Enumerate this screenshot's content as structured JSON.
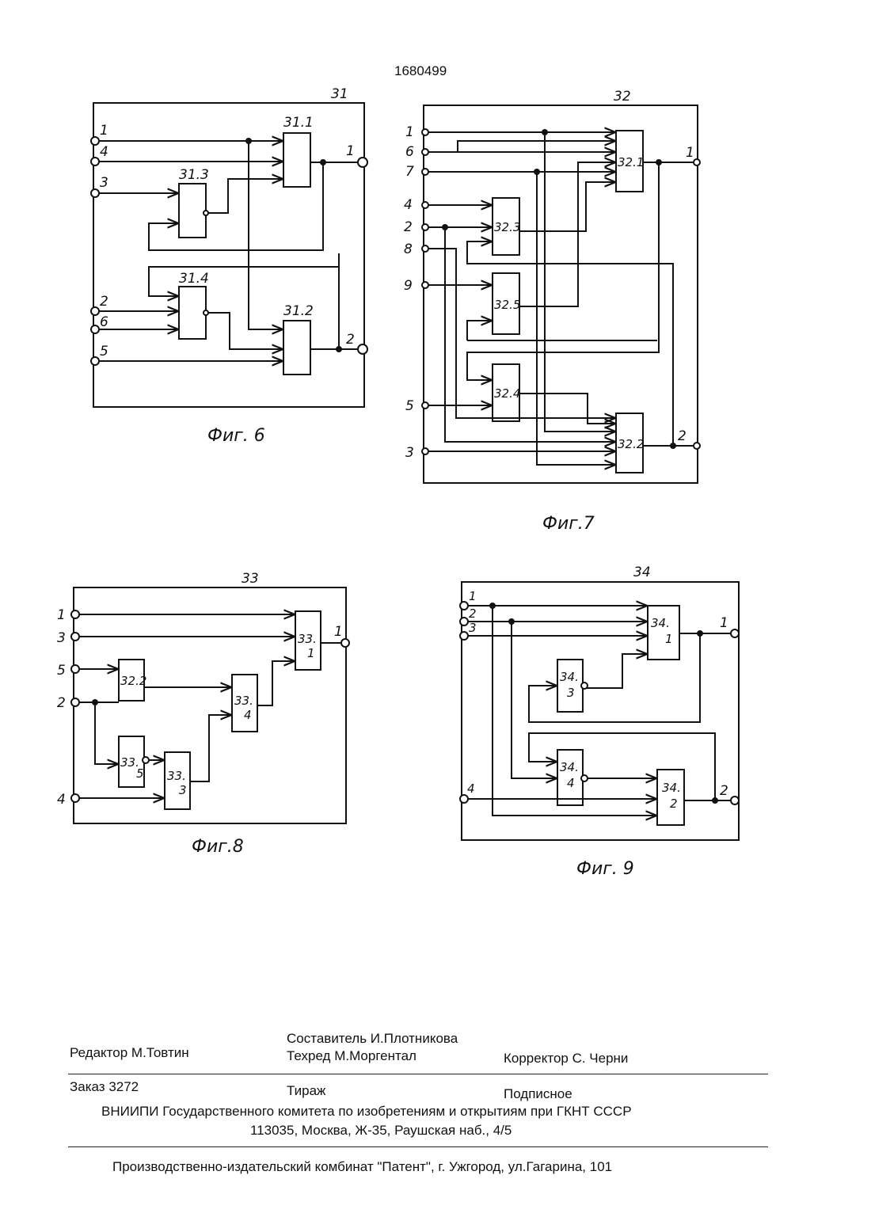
{
  "doc_number": "1680499",
  "figures": {
    "fig6": {
      "caption": "Фиг. 6",
      "block_id": "31",
      "inputs": [
        "1",
        "4",
        "3",
        "2",
        "6",
        "5"
      ],
      "outputs": [
        "1",
        "2"
      ],
      "elements": [
        "31.1",
        "31.3",
        "31.4",
        "31.2"
      ]
    },
    "fig7": {
      "caption": "Фиг.7",
      "block_id": "32",
      "inputs": [
        "1",
        "6",
        "7",
        "4",
        "2",
        "8",
        "9",
        "5",
        "3"
      ],
      "outputs": [
        "1",
        "2"
      ],
      "elements": [
        "32.1",
        "32.3",
        "32.5",
        "32.4",
        "32.2"
      ]
    },
    "fig8": {
      "caption": "Фиг.8",
      "block_id": "33",
      "inputs": [
        "1",
        "3",
        "5",
        "2",
        "4"
      ],
      "outputs": [
        "1"
      ],
      "elements": [
        "33.",
        "1",
        "32.2",
        "33.",
        "4",
        "33.",
        "5",
        "33.",
        "3"
      ]
    },
    "fig9": {
      "caption": "Фиг. 9",
      "block_id": "34",
      "inputs": [
        "1",
        "2",
        "3",
        "4"
      ],
      "outputs": [
        "1",
        "2"
      ],
      "elements": [
        "34.",
        "1",
        "34.",
        "3",
        "34.",
        "4",
        "34.",
        "2"
      ]
    }
  },
  "colophon": {
    "composer": "Составитель И.Плотникова",
    "editor": "Редактор М.Товтин",
    "techred": "Техред М.Моргентал",
    "corrector": "Корректор С. Черни",
    "order": "Заказ 3272",
    "circulation": "Тираж",
    "subscription": "Подписное",
    "institute": "ВНИИПИ Государственного комитета по изобретениям и открытиям при ГКНТ СССР",
    "address": "113035, Москва, Ж-35, Раушская наб., 4/5",
    "printer": "Производственно-издательский комбинат \"Патент\", г. Ужгород, ул.Гагарина, 101"
  }
}
